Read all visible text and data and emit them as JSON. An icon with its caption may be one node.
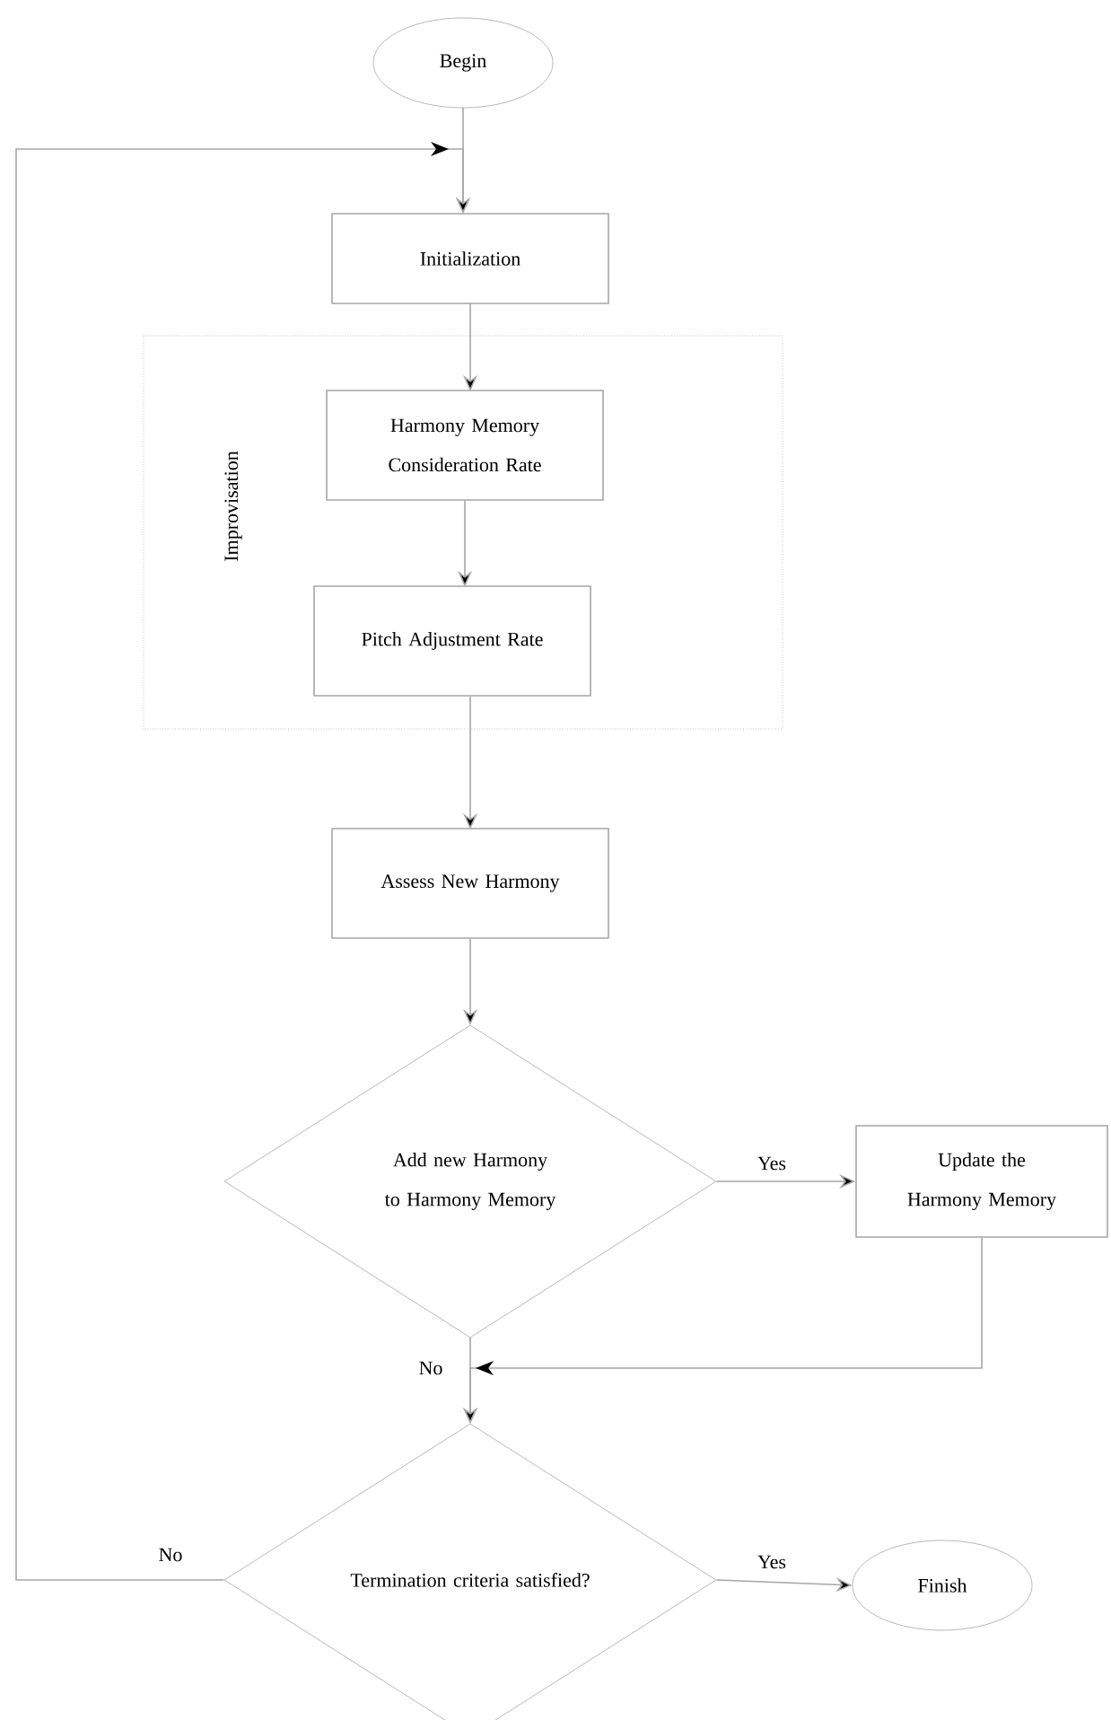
{
  "diagram": {
    "nodes": [
      {
        "text": [
          "Begin"
        ]
      },
      {
        "text": [
          "Initialization"
        ]
      },
      {
        "text": [
          "Improvisation"
        ]
      },
      {
        "text": [
          "Harmony Memory Consideration Rate"
        ],
        "in": 2
      },
      {
        "text": [
          "Pitch Adjustment Rate"
        ],
        "in": 2
      },
      {
        "text": [
          "Assess New Harmony"
        ]
      },
      {
        "text": [
          "Add new Harmony to Harmony Memory"
        ]
      },
      {
        "text": [
          "Update the Harmony Memory"
        ]
      },
      {
        "text": [
          "Termination criteria satisfied?"
        ]
      },
      {
        "text": [
          "Finish"
        ]
      }
    ],
    "edges": [
      {
        "from": 0,
        "to": 1,
        "arrow": "to"
      },
      {
        "from": 1,
        "to": 3,
        "arrow": "to"
      },
      {
        "from": 3,
        "to": 4,
        "arrow": "to"
      },
      {
        "from": 4,
        "to": 5,
        "arrow": "to"
      },
      {
        "from": 5,
        "to": 6,
        "arrow": "to"
      },
      {
        "from": 6,
        "to": 7,
        "arrow": "to",
        "label": "Yes"
      },
      {
        "from": 6,
        "to": 8,
        "arrow": "to",
        "label": "No"
      },
      {
        "from": 7,
        "to": 8,
        "arrow": "to"
      },
      {
        "from": 8,
        "to": 9,
        "arrow": "to",
        "label": "Yes"
      },
      {
        "from": 8,
        "to": 1,
        "arrow": "to",
        "label": "No"
      }
    ]
  }
}
